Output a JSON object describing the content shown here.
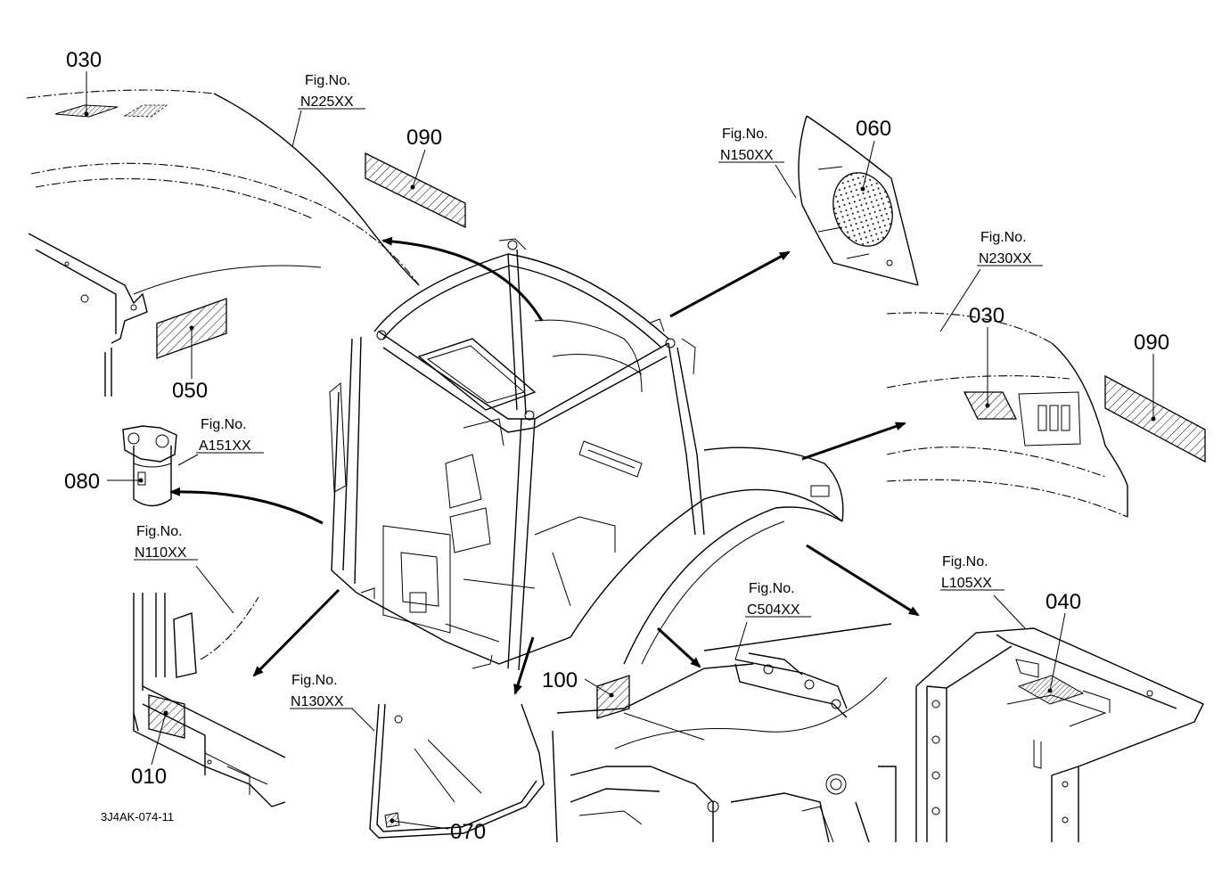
{
  "callouts": {
    "c030_top": "030",
    "c090_top": "090",
    "c050": "050",
    "c060": "060",
    "c030_right": "030",
    "c090_right": "090",
    "c080": "080",
    "c010": "010",
    "c100": "100",
    "c070": "070",
    "c040": "040"
  },
  "figure_refs": {
    "n225": {
      "label": "Fig.No.",
      "number": "N225XX"
    },
    "n150": {
      "label": "Fig.No.",
      "number": "N150XX"
    },
    "n230": {
      "label": "Fig.No.",
      "number": "N230XX"
    },
    "a151": {
      "label": "Fig.No.",
      "number": "A151XX"
    },
    "n110": {
      "label": "Fig.No.",
      "number": "N110XX"
    },
    "c504": {
      "label": "Fig.No.",
      "number": "C504XX"
    },
    "l105": {
      "label": "Fig.No.",
      "number": "L105XX"
    },
    "n130": {
      "label": "Fig.No.",
      "number": "N130XX"
    }
  },
  "drawing_code": "3J4AK-074-11"
}
